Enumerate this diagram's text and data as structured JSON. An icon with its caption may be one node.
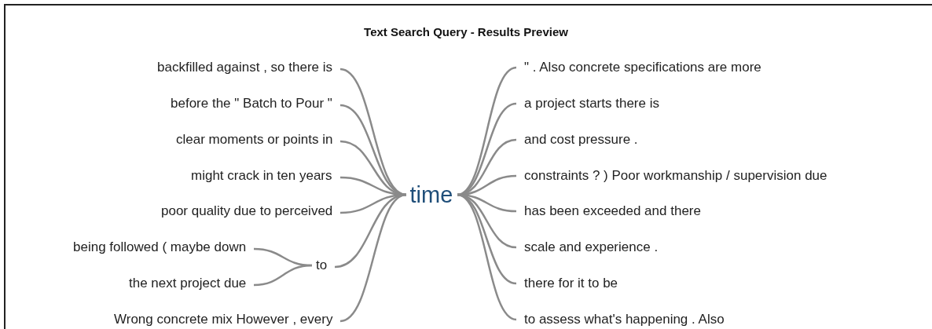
{
  "diagram": {
    "title": "Text Search Query - Results Preview",
    "nodes": [
      {
        "text": [
          "time"
        ]
      },
      {
        "text": [
          "backfilled against , so there is"
        ]
      },
      {
        "text": [
          "before the \" Batch to Pour \""
        ]
      },
      {
        "text": [
          "clear moments or points in"
        ]
      },
      {
        "text": [
          "might crack in ten years"
        ]
      },
      {
        "text": [
          "poor quality due to perceived"
        ]
      },
      {
        "text": [
          "to"
        ]
      },
      {
        "text": [
          "being followed ( maybe down"
        ]
      },
      {
        "text": [
          "the next project due"
        ]
      },
      {
        "text": [
          "Wrong concrete mix However , every"
        ]
      },
      {
        "text": [
          "\" . Also concrete specifications are more"
        ]
      },
      {
        "text": [
          "a project starts there is"
        ]
      },
      {
        "text": [
          "and cost pressure ."
        ]
      },
      {
        "text": [
          "constraints ? ) Poor workmanship / supervision due"
        ]
      },
      {
        "text": [
          "has been exceeded and there"
        ]
      },
      {
        "text": [
          "scale and experience ."
        ]
      },
      {
        "text": [
          "there for it to be"
        ]
      },
      {
        "text": [
          "to assess what's happening . Also"
        ]
      }
    ],
    "edges": [
      {
        "from": 0,
        "to": 1,
        "arrow": "none"
      },
      {
        "from": 0,
        "to": 2,
        "arrow": "none"
      },
      {
        "from": 0,
        "to": 3,
        "arrow": "none"
      },
      {
        "from": 0,
        "to": 4,
        "arrow": "none"
      },
      {
        "from": 0,
        "to": 5,
        "arrow": "none"
      },
      {
        "from": 0,
        "to": 6,
        "arrow": "none"
      },
      {
        "from": 6,
        "to": 7,
        "arrow": "none"
      },
      {
        "from": 6,
        "to": 8,
        "arrow": "none"
      },
      {
        "from": 0,
        "to": 9,
        "arrow": "none"
      },
      {
        "from": 0,
        "to": 10,
        "arrow": "none"
      },
      {
        "from": 0,
        "to": 11,
        "arrow": "none"
      },
      {
        "from": 0,
        "to": 12,
        "arrow": "none"
      },
      {
        "from": 0,
        "to": 13,
        "arrow": "none"
      },
      {
        "from": 0,
        "to": 14,
        "arrow": "none"
      },
      {
        "from": 0,
        "to": 15,
        "arrow": "none"
      },
      {
        "from": 0,
        "to": 16,
        "arrow": "none"
      },
      {
        "from": 0,
        "to": 17,
        "arrow": "none"
      }
    ]
  }
}
